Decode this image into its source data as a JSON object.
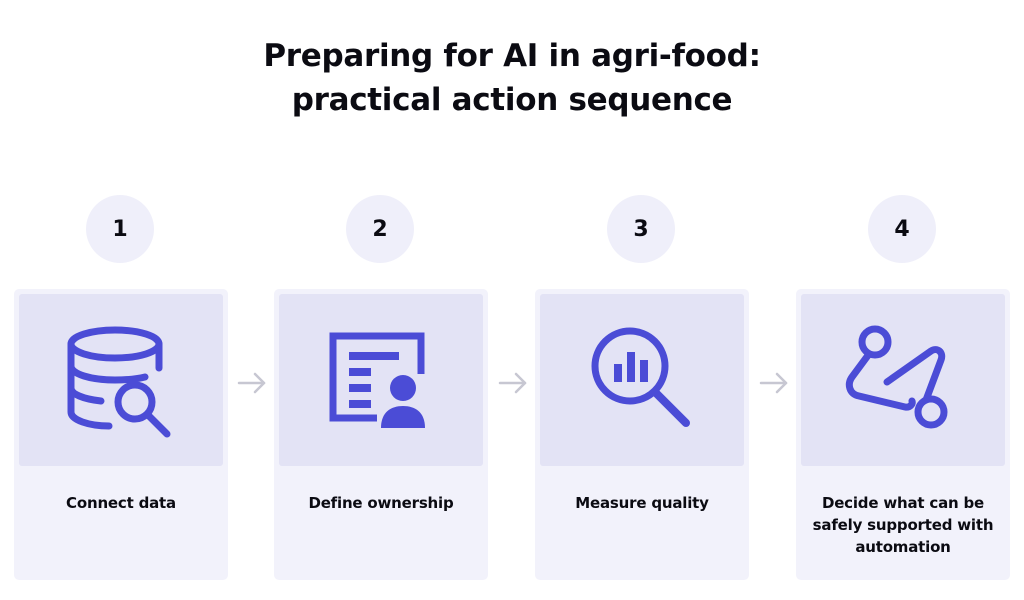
{
  "title": {
    "line1": "Preparing for AI in agri-food:",
    "line2": "practical action sequence"
  },
  "accent_color": "#4b4cd6",
  "steps": [
    {
      "number": "1",
      "label": "Connect data",
      "icon": "database-search-icon"
    },
    {
      "number": "2",
      "label": "Define ownership",
      "icon": "document-owner-icon"
    },
    {
      "number": "3",
      "label": "Measure quality",
      "icon": "magnifier-chart-icon"
    },
    {
      "number": "4",
      "label": "Decide what can be safely supported with automation",
      "icon": "route-path-icon"
    }
  ]
}
